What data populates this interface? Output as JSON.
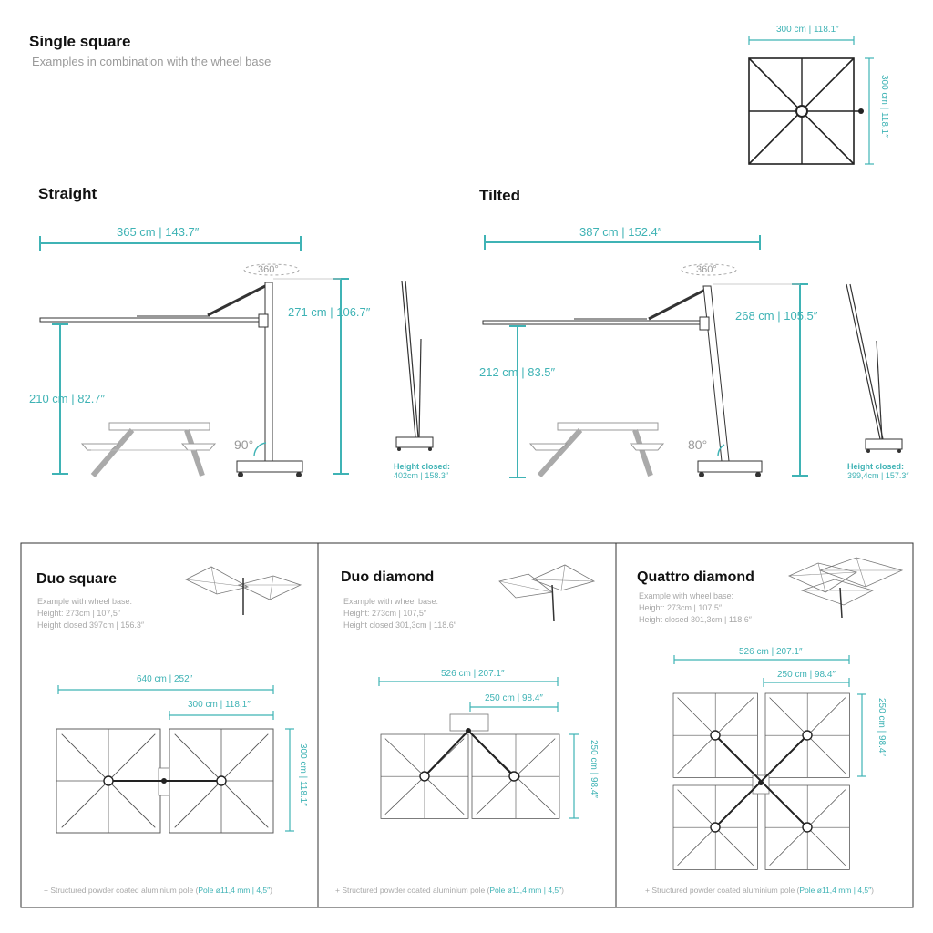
{
  "header": {
    "title": "Single square",
    "subtitle": "Examples in combination with the wheel base",
    "top_width": "300 cm | 118.1″",
    "top_height": "300 cm | 118.1″"
  },
  "straight": {
    "title": "Straight",
    "span": "365 cm | 143.7″",
    "height": "271 cm | 106.7″",
    "clearance": "210 cm | 82.7″",
    "angle": "90°",
    "rotation": "360°",
    "closed_label": "Height closed:",
    "closed_value": "402cm | 158.3″"
  },
  "tilted": {
    "title": "Tilted",
    "span": "387 cm | 152.4″",
    "height": "268 cm | 105.5″",
    "clearance": "212 cm | 83.5″",
    "angle": "80°",
    "rotation": "360°",
    "closed_label": "Height closed:",
    "closed_value": "399,4cm | 157.3″"
  },
  "panels": [
    {
      "title": "Duo square",
      "info_heading": "Example with wheel base:",
      "info_height": "Height: 273cm | 107,5″",
      "info_closed": "Height closed 397cm | 156.3″",
      "dim_total": "640 cm | 252″",
      "dim_single": "300 cm | 118.1″",
      "dim_vertical": "300 cm | 118.1″",
      "footer_text": "+ Structured powder coated aluminium pole (",
      "footer_highlight": "Pole ø11,4 mm | 4,5″",
      "footer_close": ")"
    },
    {
      "title": "Duo diamond",
      "info_heading": "Example with wheel base:",
      "info_height": "Height: 273cm | 107,5″",
      "info_closed": "Height closed 301,3cm | 118.6″",
      "dim_total": "526 cm | 207.1″",
      "dim_single": "250 cm | 98.4″",
      "dim_vertical": "250 cm | 98.4″",
      "footer_text": "+ Structured powder coated aluminium pole (",
      "footer_highlight": "Pole ø11,4 mm | 4,5″",
      "footer_close": ")"
    },
    {
      "title": "Quattro diamond",
      "info_heading": "Example with wheel base:",
      "info_height": "Height: 273cm | 107,5″",
      "info_closed": "Height closed 301,3cm | 118.6″",
      "dim_total": "526 cm | 207.1″",
      "dim_single": "250 cm | 98.4″",
      "dim_vertical": "250 cm | 98.4″",
      "footer_text": "+ Structured powder coated aluminium pole (",
      "footer_highlight": "Pole ø11,4 mm | 4,5″",
      "footer_close": ")"
    }
  ],
  "colors": {
    "accent": "#3fb3b5",
    "line": "#2a2a2a",
    "muted": "#9a9a9a"
  }
}
